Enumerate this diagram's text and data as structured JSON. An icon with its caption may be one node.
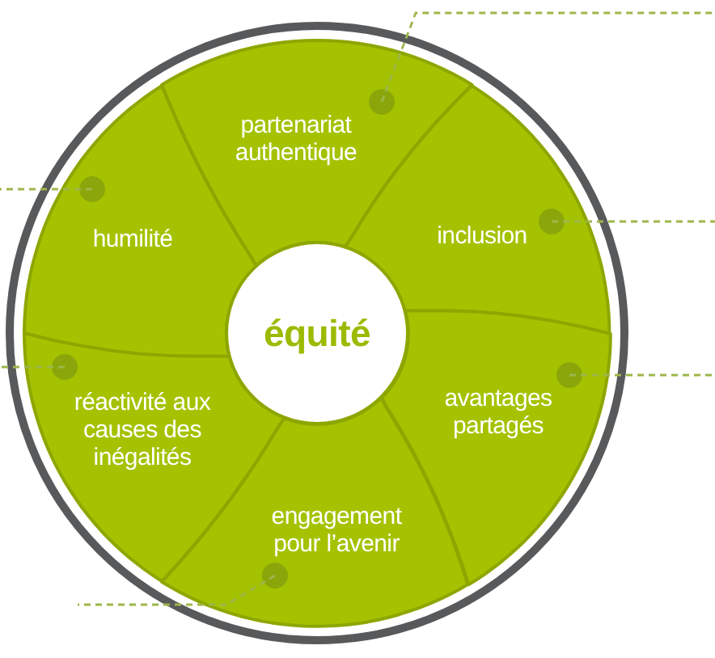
{
  "diagram": {
    "nodes": [
      {
        "text": [
          "partenariat authentique"
        ]
      },
      {
        "text": [
          "humilité"
        ]
      },
      {
        "text": [
          "inclusion"
        ]
      },
      {
        "text": [
          "équité"
        ]
      },
      {
        "text": [
          "réactivité aux causes des inégalités"
        ]
      },
      {
        "text": [
          "avantages partagés"
        ]
      },
      {
        "text": [
          "engagement pour l’avenir"
        ]
      }
    ],
    "edges": [
      {
        "from": 0,
        "to": null,
        "arrow": "none",
        "style": "dashed"
      },
      {
        "from": 1,
        "to": null,
        "arrow": "none",
        "style": "dashed"
      },
      {
        "from": 2,
        "to": null,
        "arrow": "none",
        "style": "dashed"
      },
      {
        "from": 4,
        "to": null,
        "arrow": "none",
        "style": "dashed"
      },
      {
        "from": 5,
        "to": null,
        "arrow": "none",
        "style": "dashed"
      },
      {
        "from": 6,
        "to": null,
        "arrow": "none",
        "style": "dashed"
      }
    ]
  }
}
